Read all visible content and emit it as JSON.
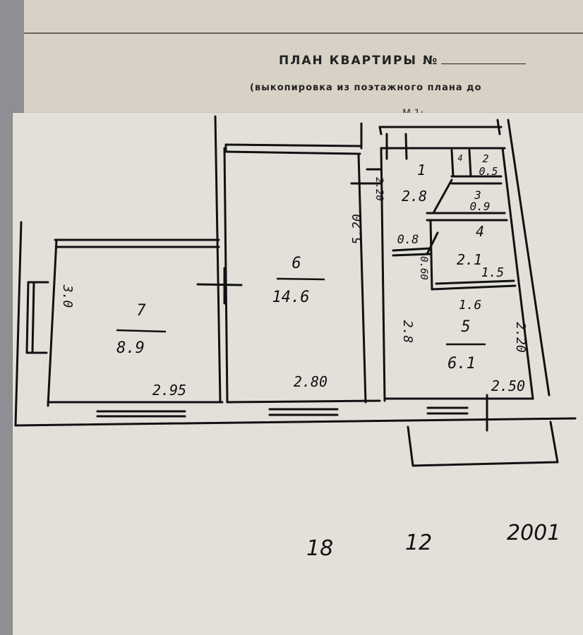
{
  "header": {
    "title": "ПЛАН КВАРТИРЫ №",
    "subtitle": "(выкопировка из поэтажного плана до",
    "scale": "М 1:"
  },
  "rooms": [
    {
      "id": "1",
      "area": "2.8"
    },
    {
      "id": "2",
      "area": "0.5"
    },
    {
      "id": "3",
      "area": "0.9"
    },
    {
      "id": "4",
      "area": "2.1"
    },
    {
      "id": "5",
      "area": "6.1"
    },
    {
      "id": "6",
      "area": "14.6"
    },
    {
      "id": "7",
      "area": "8.9"
    }
  ],
  "dimensions": {
    "room7_height": "3.0",
    "room7_width": "2.95",
    "room6_height": "5.20",
    "room6_width": "2.80",
    "room1_side": "2.20",
    "small_a": "0.8",
    "small_b": "0.60",
    "room4_width": "1.5",
    "corridor_width": "1.6",
    "room5_left": "2.8",
    "room5_right": "2.20",
    "room5_width": "2.50",
    "room2_mark": "4"
  },
  "footer": {
    "note_a": "18",
    "note_b": "12",
    "year": "2001"
  }
}
